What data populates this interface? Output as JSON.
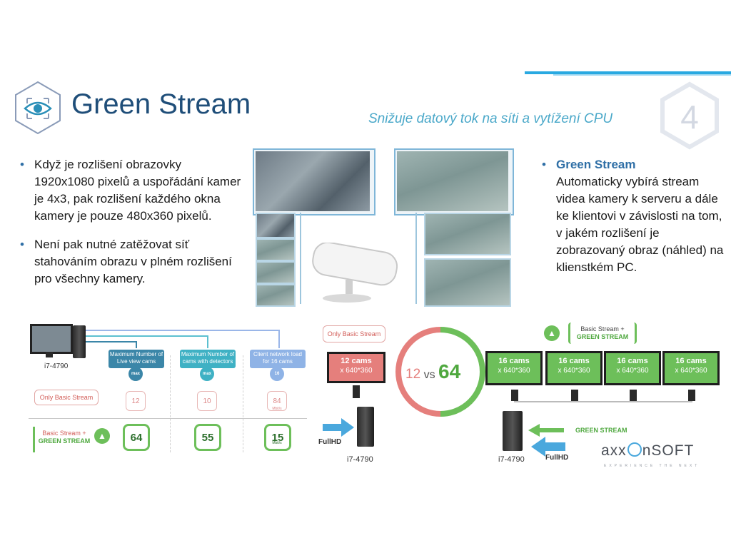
{
  "header": {
    "title": "Green Stream",
    "subtitle": "Snižuje datový tok na síti a vytížení CPU",
    "badge_number": "4"
  },
  "left_bullets": [
    "Když je rozlišení obrazovky 1920x1080 pixelů a uspořádání kamer je 4x3, pak rozlišení každého okna kamery je pouze 480x360 pixelů.",
    "Není pak nutné zatěžovat síť stahováním obrazu v plném rozlišení pro všechny kamery."
  ],
  "right_bullet": {
    "heading": "Green Stream",
    "body": "Automaticky vybírá stream videa kamery k serveru a dále ke klientovi v závislosti na tom, v jakém rozlišení je zobrazovaný obraz (náhled) na klienstkém PC."
  },
  "table_diagram": {
    "pc_label": "i7-4790",
    "columns": [
      {
        "header": "Maximum Number of Live view cams",
        "icon_text": "max"
      },
      {
        "header": "Maximum Number of cams with detectors",
        "icon_text": "max"
      },
      {
        "header": "Client network load for 16 cams",
        "icon_text": "16"
      }
    ],
    "row_basic": {
      "label": "Only Basic Stream",
      "values": [
        "12",
        "10",
        "84"
      ],
      "unit": "Mbit/s"
    },
    "row_green": {
      "label_line1": "Basic Stream +",
      "label_line2": "GREEN STREAM",
      "values": [
        "64",
        "55",
        "15"
      ],
      "unit": "Mbit/s"
    }
  },
  "comparison": {
    "left_tag": "Only Basic Stream",
    "left_monitor": {
      "title": "12 cams",
      "sub": "x 640*360"
    },
    "left_pc_label": "i7-4790",
    "left_input": "FullHD",
    "vs_left": "12",
    "vs_word": "vs",
    "vs_right": "64",
    "right_tag_line1": "Basic Stream +",
    "right_tag_line2": "GREEN STREAM",
    "right_monitors": [
      {
        "title": "16 cams",
        "sub": "x 640*360"
      },
      {
        "title": "16 cams",
        "sub": "x 640*360"
      },
      {
        "title": "16 cams",
        "sub": "x 640*360"
      },
      {
        "title": "16 cams",
        "sub": "x 640*360"
      }
    ],
    "green_stream_label": "GREEN STREAM",
    "right_pc_label": "i7-4790",
    "right_input": "FullHD"
  },
  "logo": {
    "text_a": "axx",
    "text_b": "nSOFT",
    "tagline": "EXPERIENCE THE NEXT"
  },
  "colors": {
    "title": "#1f4e79",
    "accent_blue": "#29a9e1",
    "red": "#e57f7c",
    "green": "#6dbf5a"
  }
}
